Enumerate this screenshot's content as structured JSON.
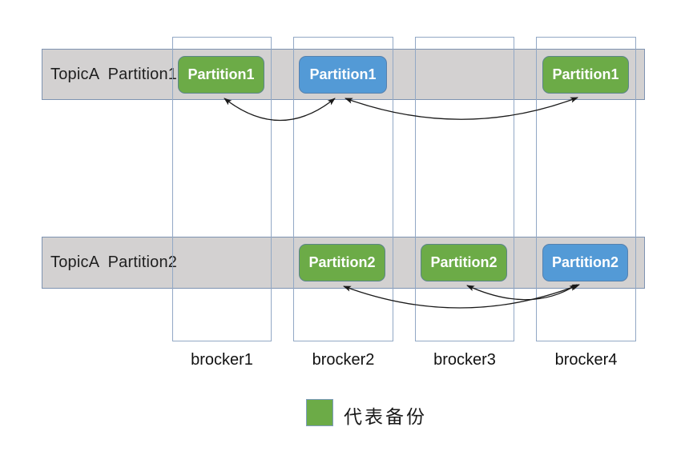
{
  "diagram": {
    "topic_rows": [
      {
        "label": "TopicA  Partition1",
        "partitions": [
          {
            "label": "Partition1",
            "broker": "brocker1",
            "color": "#6cab47"
          },
          {
            "label": "Partition1",
            "broker": "brocker2",
            "color": "#539ad6"
          },
          {
            "label": "Partition1",
            "broker": "brocker4",
            "color": "#6cab47"
          }
        ]
      },
      {
        "label": "TopicA  Partition2",
        "partitions": [
          {
            "label": "Partition2",
            "broker": "brocker2",
            "color": "#6cab47"
          },
          {
            "label": "Partition2",
            "broker": "brocker3",
            "color": "#6cab47"
          },
          {
            "label": "Partition2",
            "broker": "brocker4",
            "color": "#539ad6"
          }
        ]
      }
    ],
    "brokers": [
      "brocker1",
      "brocker2",
      "brocker3",
      "brocker4"
    ],
    "arrows": [
      {
        "row": "TopicA Partition1",
        "between": [
          "brocker2",
          "brocker1"
        ],
        "heads": "both"
      },
      {
        "row": "TopicA Partition1",
        "between": [
          "brocker2",
          "brocker4"
        ],
        "heads": "both"
      },
      {
        "row": "TopicA Partition2",
        "between": [
          "brocker2",
          "brocker4"
        ],
        "heads": "both"
      },
      {
        "row": "TopicA Partition2",
        "between": [
          "brocker3",
          "brocker4"
        ],
        "heads": "both"
      }
    ],
    "legend": {
      "label": "代表备份",
      "swatch_color": "#6cab47"
    },
    "colors": {
      "replica_green": "#6cab47",
      "leader_blue": "#539ad6",
      "band_fill": "#d3d1d1",
      "band_border": "#7e93b1",
      "column_border": "#92a8c5",
      "arrow": "#1a1a1a"
    }
  }
}
